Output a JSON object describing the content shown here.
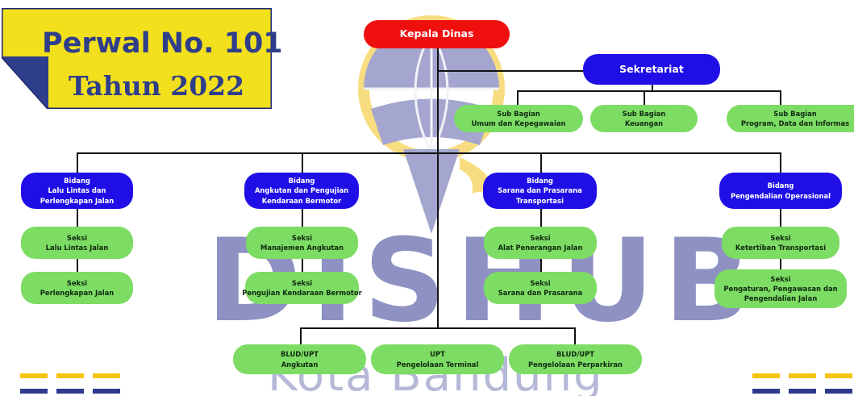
{
  "title": {
    "line1": "Perwal No. 101",
    "line2": "Tahun 2022"
  },
  "watermark": {
    "main": "DISHUB",
    "sub": "Kota Bandung"
  },
  "colors": {
    "head": "#f00f0f",
    "unit": "#1f0fe6",
    "section": "#7ddc64",
    "title_text": "#2f3e8a",
    "badge": "#f2e01c",
    "stripe_yellow": "#f6c40d",
    "stripe_blue": "#2e3a8c"
  },
  "org": {
    "head": {
      "label": "Kepala Dinas"
    },
    "secretariat": {
      "label": "Sekretariat",
      "subs": [
        {
          "line1": "Sub Bagian",
          "line2": "Umum dan Kepegawaian"
        },
        {
          "line1": "Sub Bagian",
          "line2": "Keuangan"
        },
        {
          "line1": "Sub Bagian",
          "line2": "Program, Data dan Informas"
        }
      ]
    },
    "bidang": [
      {
        "lines": [
          "Bidang",
          "Lalu Lintas dan",
          "Perlengkapan Jalan"
        ],
        "seksi": [
          {
            "lines": [
              "Seksi",
              "Lalu Lintas Jalan"
            ]
          },
          {
            "lines": [
              "Seksi",
              "Perlengkapan Jalan"
            ]
          }
        ]
      },
      {
        "lines": [
          "Bidang",
          "Angkutan dan Pengujian",
          "Kendaraan Bermotor"
        ],
        "seksi": [
          {
            "lines": [
              "Seksi",
              "Manajemen Angkutan"
            ]
          },
          {
            "lines": [
              "Seksi",
              "Pengujian Kendaraan Bermotor"
            ]
          }
        ]
      },
      {
        "lines": [
          "Bidang",
          "Sarana dan Prasarana",
          "Transportasi"
        ],
        "seksi": [
          {
            "lines": [
              "Seksi",
              "Alat Penerangan Jalan"
            ]
          },
          {
            "lines": [
              "Seksi",
              "Sarana dan Prasarana"
            ]
          }
        ]
      },
      {
        "lines": [
          "Bidang",
          "Pengendalian Operasional"
        ],
        "seksi": [
          {
            "lines": [
              "Seksi",
              "Ketertiban Transportasi"
            ]
          },
          {
            "lines": [
              "Seksi",
              "Pengaturan, Pengawasan dan",
              "Pengendalian Jalan"
            ]
          }
        ]
      }
    ],
    "upt": [
      {
        "line1": "BLUD/UPT",
        "line2": "Angkutan"
      },
      {
        "line1": "UPT",
        "line2": "Pengelolaan Terminal"
      },
      {
        "line1": "BLUD/UPT",
        "line2": "Pengelolaan Perparkiran"
      }
    ]
  }
}
